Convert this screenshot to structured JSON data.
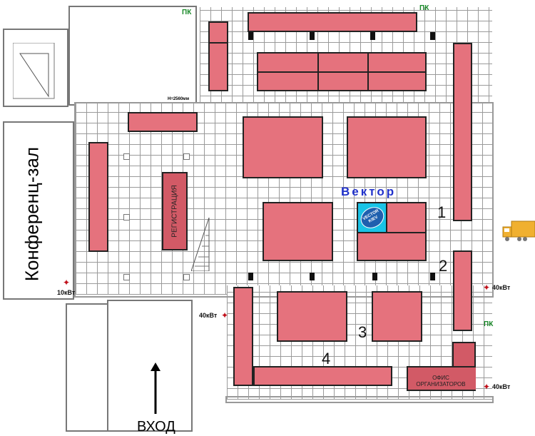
{
  "labels": {
    "conference_hall": "Конференц-зал",
    "registration": "РЕГИСТРАЦИЯ",
    "organizers_office": "ОФИС ОРГАНИЗАТОРОВ",
    "entrance": "ВХОД",
    "exhibitor": "Вектор",
    "logo_text": "VECTOR KIEV",
    "height_note": "Н=2560мм"
  },
  "rows": [
    "1",
    "2",
    "3",
    "4"
  ],
  "fire_points": [
    "ПК",
    "ПК",
    "ПК"
  ],
  "power": [
    "10кВт",
    "40кВт",
    "40кВт",
    "40кВт"
  ],
  "colors": {
    "booth": "#e5727d",
    "registration": "#d25a66",
    "exhibitor_text": "#2233cc",
    "logo_bg": "#19c3e6",
    "fire_point": "#1a8a2a"
  }
}
